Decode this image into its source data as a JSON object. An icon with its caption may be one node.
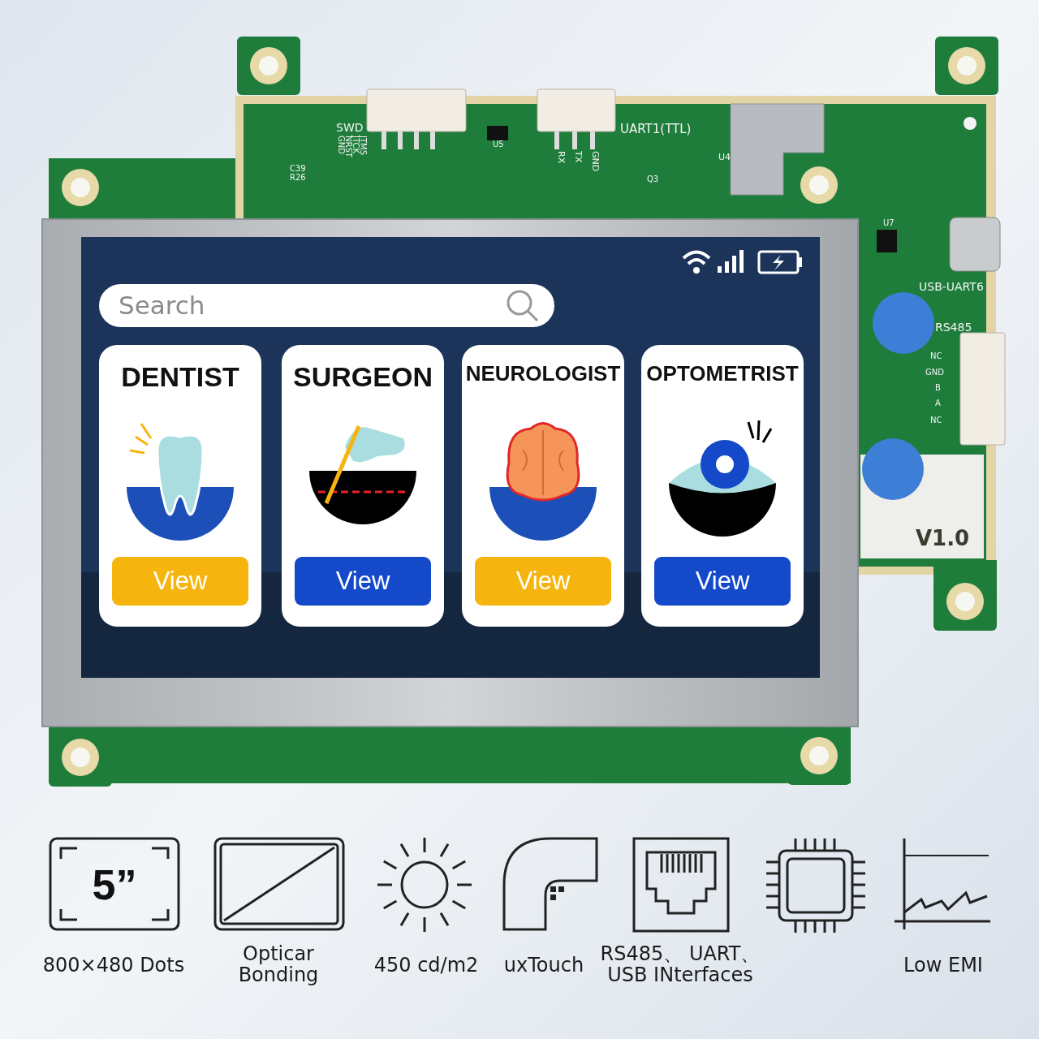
{
  "diagram": {
    "nodes": [
      {
        "text": [
          "Search"
        ]
      },
      {
        "text": [
          "DENTIST"
        ]
      },
      {
        "text": [
          "View"
        ],
        "in": 1
      },
      {
        "text": [
          "SURGEON"
        ]
      },
      {
        "text": [
          "View"
        ],
        "in": 3
      },
      {
        "text": [
          "NEUROLOGIST"
        ]
      },
      {
        "text": [
          "View"
        ],
        "in": 5
      },
      {
        "text": [
          "OPTOMETRIST"
        ]
      },
      {
        "text": [
          "View"
        ],
        "in": 7
      }
    ],
    "labels": [
      "SWD",
      "JTMS",
      "JTCK",
      "NRST",
      "GND",
      "C39",
      "R26",
      "U5",
      "RX",
      "TX",
      "GND",
      "UART1(TTL)",
      "U4",
      "Q3",
      "U7",
      "USB-UART6",
      "RS485",
      "NC",
      "GND",
      "B",
      "A",
      "NC",
      "V1.0",
      "5”",
      "800×480 Dots",
      "Opticar Bonding",
      "450 cd/m2",
      "uxTouch",
      "RS485、 UART、 USB INterfaces",
      "Low EMI"
    ]
  }
}
